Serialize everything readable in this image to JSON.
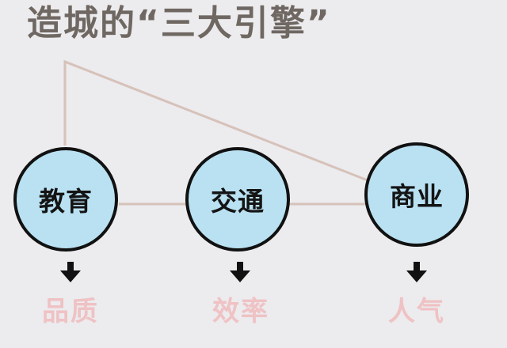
{
  "title": "造城的“三大引擎”",
  "colors": {
    "background": "#ecebee",
    "node_fill": "#b9e1f2",
    "node_border": "#111111",
    "connector": "#d6c2b9",
    "title_text": "#6f6862",
    "result_text": "#efc2c4"
  },
  "engines": [
    {
      "label": "教育",
      "result": "品质"
    },
    {
      "label": "交通",
      "result": "效率"
    },
    {
      "label": "商业",
      "result": "人气"
    }
  ],
  "icons": {
    "arrow": "arrow-down-icon"
  }
}
